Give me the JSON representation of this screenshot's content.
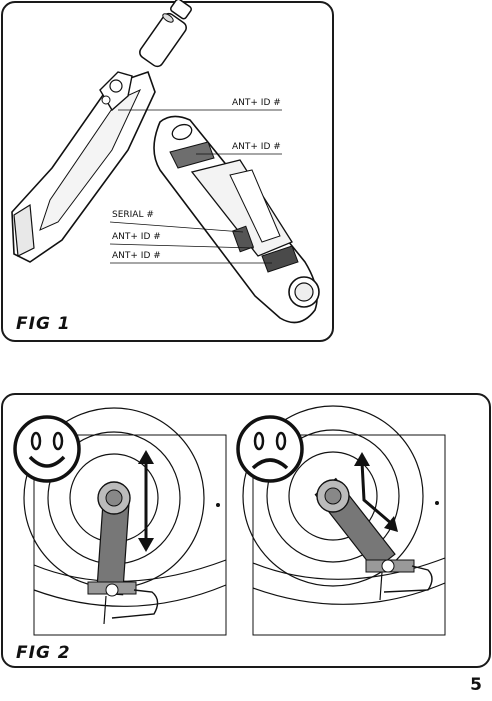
{
  "figure1": {
    "label": "FIG 1",
    "callouts": {
      "ant_id_1": "ANT+ ID #",
      "ant_id_2": "ANT+ ID #",
      "serial": "SERIAL #",
      "ant_id_3": "ANT+ ID #",
      "ant_id_4": "ANT+ ID #"
    }
  },
  "figure2": {
    "label": "FIG 2",
    "correct_icon": "smiley-face-icon",
    "incorrect_icon": "frowning-face-icon"
  },
  "page_number": "5"
}
